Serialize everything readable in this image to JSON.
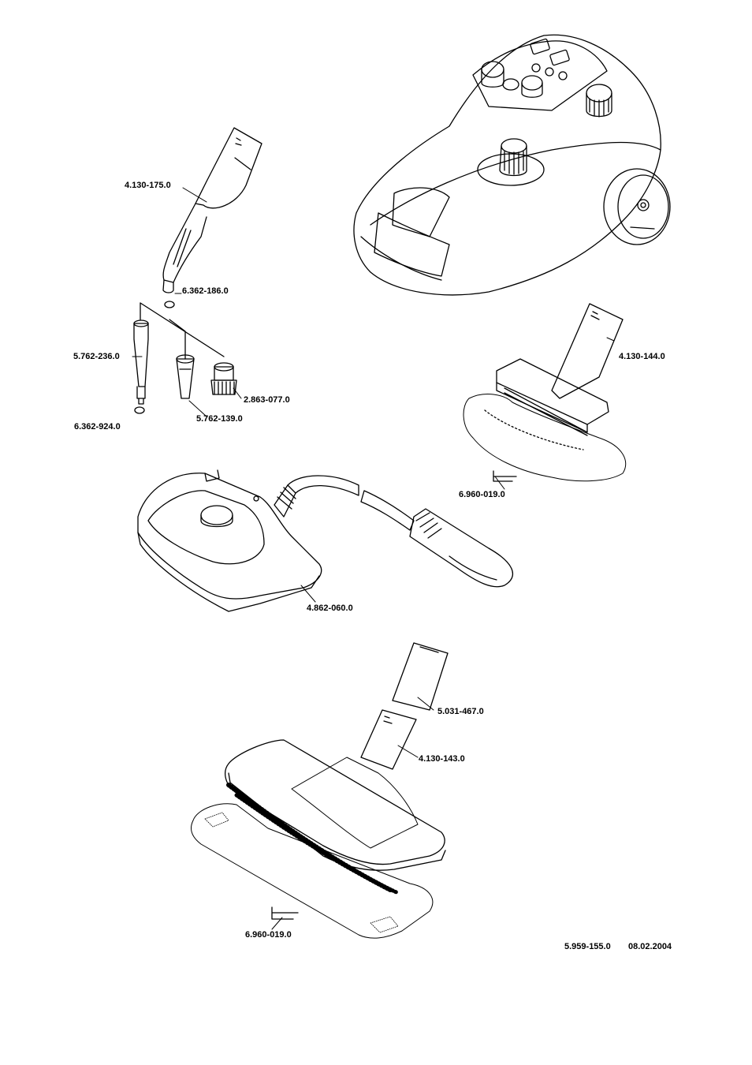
{
  "parts": [
    {
      "id": "nozzle-angled",
      "number": "4.130-175.0"
    },
    {
      "id": "o-ring-upper",
      "number": "6.362-186.0"
    },
    {
      "id": "extension-nozzle",
      "number": "5.762-236.0"
    },
    {
      "id": "round-brush",
      "number": "2.863-077.0"
    },
    {
      "id": "o-ring-lower",
      "number": "6.362-924.0"
    },
    {
      "id": "point-nozzle",
      "number": "5.762-139.0"
    },
    {
      "id": "hand-nozzle",
      "number": "4.130-144.0"
    },
    {
      "id": "hand-nozzle-cloth",
      "number": "6.960-019.0"
    },
    {
      "id": "steam-iron",
      "number": "4.862-060.0"
    },
    {
      "id": "extension-tube",
      "number": "5.031-467.0"
    },
    {
      "id": "floor-nozzle-adapter",
      "number": "4.130-143.0"
    },
    {
      "id": "floor-nozzle-cloth",
      "number": "6.960-019.0"
    }
  ],
  "footer": {
    "document_number": "5.959-155.0",
    "date": "08.02.2004"
  }
}
